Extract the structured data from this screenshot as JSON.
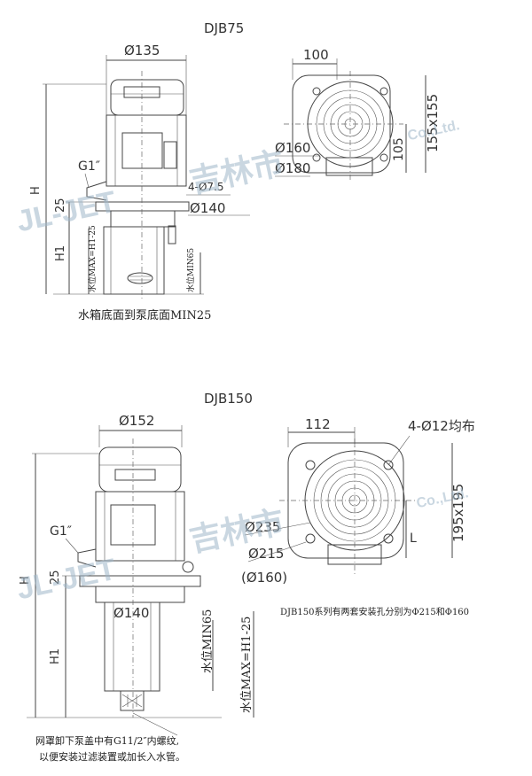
{
  "top": {
    "title": "DJB75",
    "dim_diam_135": "Ø135",
    "dim_100": "100",
    "dim_155_155": "155x155",
    "dim_105": "105",
    "dim_diam_160": "Ø160",
    "dim_diam_180": "Ø180",
    "label_g1": "G1″",
    "label_h": "H",
    "label_25": "25",
    "label_h1": "H1",
    "label_holes": "4-Ø7.5",
    "dim_diam_140": "Ø140",
    "water_max": "水位MAX=H1-25",
    "water_min": "水位MIN65",
    "note": "水箱底面到泵底面MIN25"
  },
  "bottom": {
    "title": "DJB150",
    "dim_diam_152": "Ø152",
    "dim_112": "112",
    "holes_label": "4-Ø12均布",
    "dim_195_195": "195x195",
    "label_l": "L",
    "dim_diam_235": "Ø235",
    "dim_diam_215": "Ø215",
    "dim_diam_160p": "(Ø160)",
    "label_g1": "G1″",
    "label_h": "H",
    "label_25": "25",
    "label_h1": "H1",
    "dim_diam_140": "Ø140",
    "water_min": "水位MIN65",
    "water_max": "水位MAX=H1-25",
    "mount_note": "DJB150系列有两套安装孔分别为Φ215和Φ160",
    "bottom_note_1": "网罩卸下泵盖中有G11/2″内螺纹,",
    "bottom_note_2": "以便安装过滤装置或加长入水管。"
  },
  "watermark": {
    "cn": "吉林市",
    "en": "JL-JET",
    "suffix": "Co.,Ltd."
  }
}
